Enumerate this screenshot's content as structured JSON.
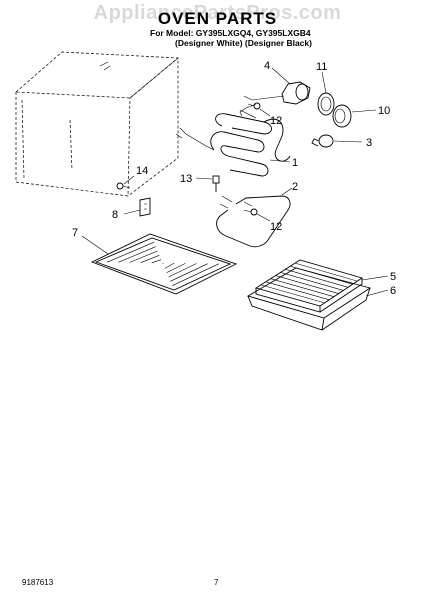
{
  "watermark": "AppliancePartsPros.com",
  "header": {
    "title": "OVEN PARTS",
    "model_line": "For Model: GY395LXGQ4, GY395LXGB4",
    "variant_line": "(Designer White) (Designer Black)"
  },
  "callouts": {
    "c1": "1",
    "c2": "2",
    "c3": "3",
    "c4": "4",
    "c5": "5",
    "c6": "6",
    "c7": "7",
    "c8": "8",
    "c10": "10",
    "c11": "11",
    "c12a": "12",
    "c12b": "12",
    "c13": "13",
    "c14": "14"
  },
  "footer": {
    "doc_number": "9187613",
    "page_number": "7"
  }
}
